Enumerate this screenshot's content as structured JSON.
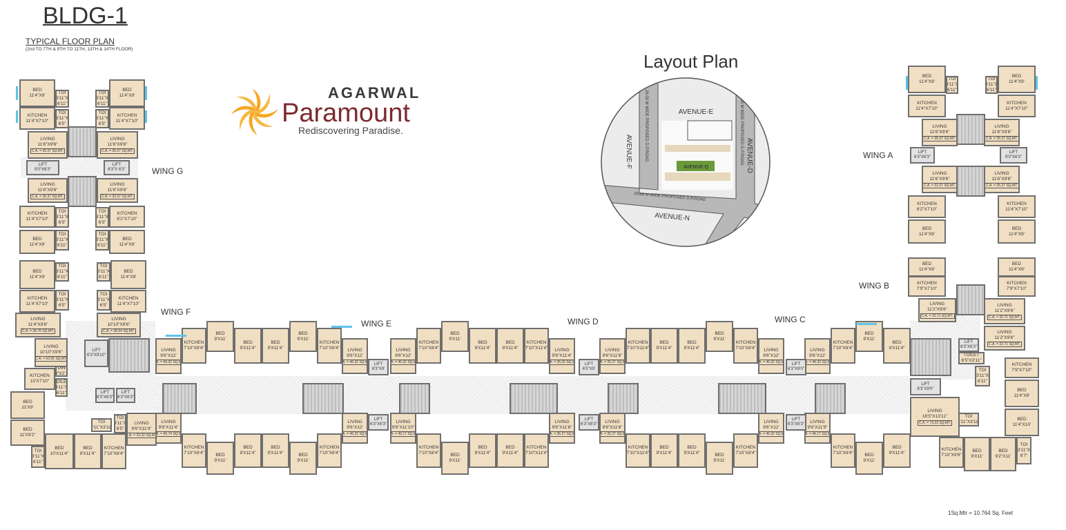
{
  "header": {
    "title": "BLDG-1",
    "subtitle": "TYPICAL  FLOOR PLAN",
    "floors": "(2nd TO 7TH & 9TH TO 11TH, 13TH & 14TH FLOOR)"
  },
  "logo": {
    "brand_top": "AGARWAL",
    "brand": "Paramount",
    "tagline": "Rediscovering Paradise.",
    "colors": {
      "sun": "#f5a623",
      "brand": "#7b2b2f"
    }
  },
  "layout_plan": {
    "title": "Layout Plan",
    "labels": {
      "avenue_e": "AVENUE-E",
      "avenue_f": "AVENUE-F",
      "avenue_d": "AVENUE-D",
      "avenue_n": "AVENUE-N",
      "avenue_q": "AVENUE-Q",
      "road_left": "24.00 M WIDE PROPOSED D.P.ROAD",
      "road_right": "24.00 M WIDE PROPOSED D.P.ROAD",
      "road_bottom": "20.00 M WIDE PROPOSED D.P.ROAD"
    }
  },
  "wings": [
    "WING G",
    "WING F",
    "WING E",
    "WING D",
    "WING C",
    "WING A",
    "WING B"
  ],
  "colors": {
    "room": "#f1dfc3",
    "wall": "#6e6e6e",
    "window": "#5cc3e8",
    "lift": "#e2e2e2",
    "garden": "#6a9a3a"
  },
  "tower_left": [
    {
      "label": "BED",
      "dim": "11'4\"X9'"
    },
    {
      "label": "TOI",
      "dim": "3'11\"X 6'11\""
    },
    {
      "label": "BED",
      "dim": "11'4\"X9'"
    },
    {
      "label": "TOI",
      "dim": "3'11\"X 6'11\""
    },
    {
      "label": "KITCHEN",
      "dim": "11'4\"X7'10\""
    },
    {
      "label": "TOI",
      "dim": "3'11\"X 6'5\""
    },
    {
      "label": "KITCHEN",
      "dim": "11'4\"X7'10\""
    },
    {
      "label": "TOI",
      "dim": "3'11\"X 6'5\""
    },
    {
      "label": "LIVING",
      "dim": "11'6\"X9'6\"",
      "ca": "C.A. = 35.37 SQ.MT."
    },
    {
      "label": "LIVING",
      "dim": "11'6\"X9'6\"",
      "ca": "C.A. = 35.37 SQ.MT."
    },
    {
      "label": "LIVING",
      "dim": "11'6\"X9'6\"",
      "ca": "C.A. = 35.37 SQ.MT."
    },
    {
      "label": "LIVING",
      "dim": "11'6\"X9'6\"",
      "ca": "C.A. = 33.37 SQ.MT."
    },
    {
      "label": "KITCHEN",
      "dim": "11'4\"X7'10\""
    },
    {
      "label": "TOI",
      "dim": "3'11\"X 6'5\""
    },
    {
      "label": "KITCHEN",
      "dim": "8'2\"X7'10\""
    },
    {
      "label": "TOI",
      "dim": "3'11\"X 6'5\""
    },
    {
      "label": "BED",
      "dim": "11'4\"X9'"
    },
    {
      "label": "TOI",
      "dim": "3'11\"X 6'11\""
    },
    {
      "label": "BED",
      "dim": "11'4\"X9'"
    },
    {
      "label": "TOI",
      "dim": "3'11\"X 6'11\""
    },
    {
      "label": "BED",
      "dim": "11'4\"X9'"
    },
    {
      "label": "TOI",
      "dim": "3'11\"X 6'11\""
    },
    {
      "label": "BED",
      "dim": "11'4\"X9'"
    },
    {
      "label": "TOI",
      "dim": "3'11\"X 6'11\""
    },
    {
      "label": "KITCHEN",
      "dim": "11'4\"X7'10\""
    },
    {
      "label": "TOI",
      "dim": "3'11\"X 6'5\""
    },
    {
      "label": "KITCHEN",
      "dim": "11'4\"X7'10\""
    },
    {
      "label": "TOI",
      "dim": "3'11\"X 6'5\""
    },
    {
      "label": "LIVING",
      "dim": "11'4\"X9'6\"",
      "ca": "C.A. = 36.76 SQ.MT."
    },
    {
      "label": "LIVING",
      "dim": "10'10\"X9'6\"",
      "ca": "C.A. = 38.94 SQ.MT."
    },
    {
      "label": "LIVING",
      "dim": "10'10\"X9'6\"",
      "ca": "C.A. = 63.65 SQ.MT."
    },
    {
      "label": "KITCHEN",
      "dim": "10'X7'10\""
    },
    {
      "label": "DIN",
      "dim": "4'3\"X2'11\""
    },
    {
      "label": "TOILET",
      "dim": "3'11\"X 6'11\""
    },
    {
      "label": "BED",
      "dim": "11'X9'"
    },
    {
      "label": "BED",
      "dim": "11'X9'2\""
    },
    {
      "label": "TOI",
      "dim": "3'11\"X 6'11\""
    },
    {
      "label": "BED",
      "dim": "10'X11'4\""
    },
    {
      "label": "BED",
      "dim": "9'X11'4\""
    },
    {
      "label": "KITCHEN",
      "dim": "7'10\"X8'4\""
    },
    {
      "label": "TOI",
      "dim": "6'11\"X3'11\""
    },
    {
      "label": "TOI",
      "dim": "3'11\"X 6'5\""
    },
    {
      "label": "LIVING",
      "dim": "9'6\"X11'4\"",
      "ca": "C.A. = 33.32 SQ.MT."
    }
  ],
  "lifts_left": [
    {
      "label": "LIFT",
      "dim": "9'0\"X6'3\""
    },
    {
      "label": "LIFT",
      "dim": "6'3\"X 6'3\""
    },
    {
      "label": "LIFT",
      "dim": "6'3\"X9'10\""
    },
    {
      "label": "LIFT",
      "dim": "6'3\"X6'3\""
    },
    {
      "label": "LIFT",
      "dim": "6'3\"X6'3\""
    }
  ],
  "band": {
    "segments": [
      {
        "top": [
          {
            "label": "LIVING",
            "dim": "9'6\"X12'",
            "ca": "C.A. = 46.32 SQ.MT."
          },
          {
            "label": "KITCHEN",
            "dim": "7'10\"X8'4\""
          },
          {
            "label": "BED",
            "dim": "9'X11'"
          },
          {
            "label": "BED",
            "dim": "9'X11'4\""
          },
          {
            "label": "BED",
            "dim": "9'X11'4\""
          },
          {
            "label": "BED",
            "dim": "9'X11'"
          },
          {
            "label": "KITCHEN",
            "dim": "7'10\"X8'4\""
          },
          {
            "label": "LIVING",
            "dim": "9'6\"X12'",
            "ca": "C.A. = 46.32 SQ.MT."
          }
        ],
        "bottom": [
          {
            "label": "LIVING",
            "dim": "9'6\"X11'4\"",
            "ca": "C.A. = 45.74 SQ.MT."
          },
          {
            "label": "KITCHEN",
            "dim": "7'10\"X8'4\""
          },
          {
            "label": "BED",
            "dim": "9'X11'"
          },
          {
            "label": "BED",
            "dim": "9'X11'4\""
          },
          {
            "label": "BED",
            "dim": "9'X11'4\""
          },
          {
            "label": "BED",
            "dim": "9'X11'"
          },
          {
            "label": "KITCHEN",
            "dim": "7'10\"X8'4\""
          },
          {
            "label": "LIVING",
            "dim": "9'6\"X12'",
            "ca": "C.A. = 46.32 SQ.MT."
          }
        ]
      },
      {
        "top": [
          {
            "label": "LIVING",
            "dim": "9'6\"X12'",
            "ca": "C.A. = 46.32 SQ.MT."
          },
          {
            "label": "KITCHEN",
            "dim": "7'10\"X8'4\""
          },
          {
            "label": "BED",
            "dim": "9'X11'"
          },
          {
            "label": "BED",
            "dim": "9'X11'4\""
          },
          {
            "label": "BED",
            "dim": "9'X11'4\""
          },
          {
            "label": "KITCHEN",
            "dim": "7'10\"X11'4\""
          },
          {
            "label": "LIVING",
            "dim": "9'6\"X11'4\"",
            "ca": "C.A. = 35.32 SQ.MT."
          }
        ],
        "bottom": [
          {
            "label": "LIVING",
            "dim": "9'6\"X11'10\"",
            "ca": "C.A. = 46.17 SQ.MT."
          },
          {
            "label": "KITCHEN",
            "dim": "7'10\"X8'4\""
          },
          {
            "label": "BED",
            "dim": "9'X11'"
          },
          {
            "label": "BED",
            "dim": "9'X11'4\""
          },
          {
            "label": "BED",
            "dim": "9'X11'4\""
          },
          {
            "label": "KITCHEN",
            "dim": "7'10\"X11'4\""
          },
          {
            "label": "LIVING",
            "dim": "9'6\"X11'6\"",
            "ca": "C.A. = 35.27 SQ.MT."
          }
        ]
      },
      {
        "top": [
          {
            "label": "LIVING",
            "dim": "9'6\"X11'6\"",
            "ca": "C.A. = 35.27 SQ.MT."
          },
          {
            "label": "KITCHEN",
            "dim": "7'10\"X11'4\""
          },
          {
            "label": "BED",
            "dim": "9'X11'4\""
          },
          {
            "label": "BED",
            "dim": "9'X11'4\""
          },
          {
            "label": "BED",
            "dim": "9'X11'"
          },
          {
            "label": "KITCHEN",
            "dim": "7'10\"X8'4\""
          },
          {
            "label": "LIVING",
            "dim": "9'6\"X12'",
            "ca": "C.A. = 46.32 SQ.MT."
          }
        ],
        "bottom": [
          {
            "label": "LIVING",
            "dim": "9'6\"X11'6\"",
            "ca": "C.A. = 35.27 SQ.MT."
          },
          {
            "label": "KITCHEN",
            "dim": "7'10\"X11'4\""
          },
          {
            "label": "BED",
            "dim": "9'X11'4\""
          },
          {
            "label": "BED",
            "dim": "9'X11'4\""
          },
          {
            "label": "BED",
            "dim": "9'X11'"
          },
          {
            "label": "KITCHEN",
            "dim": "7'10\"X8'4\""
          },
          {
            "label": "LIVING",
            "dim": "9'6\"X12'",
            "ca": "C.A. = 46.32 SQ.MT."
          }
        ]
      },
      {
        "top": [
          {
            "label": "LIVING",
            "dim": "9'6\"X12'",
            "ca": "C.A. = 46.32 SQ.MT."
          },
          {
            "label": "KITCHEN",
            "dim": "7'10\"X8'4\""
          },
          {
            "label": "BED",
            "dim": "9'X11'"
          },
          {
            "label": "BED",
            "dim": "9'X11'4\""
          }
        ],
        "bottom": [
          {
            "label": "LIVING",
            "dim": "9'6\"X11'9\"",
            "ca": "C.A. = 46.17 SQ.MT."
          },
          {
            "label": "KITCHEN",
            "dim": "7'10\"X8'4\""
          },
          {
            "label": "BED",
            "dim": "9'X11'"
          },
          {
            "label": "BED",
            "dim": "9'X11'4\""
          }
        ]
      }
    ],
    "lifts": [
      {
        "label": "LIFT",
        "dim": "6'3\"X9'"
      },
      {
        "label": "LIFT",
        "dim": "6'3\"X6'3\""
      },
      {
        "label": "LIFT",
        "dim": "6'3\"X9'"
      },
      {
        "label": "LIFT",
        "dim": "6'3\"X6'3\""
      },
      {
        "label": "LIFT",
        "dim": "6'3\"X9'0\""
      },
      {
        "label": "LIFT",
        "dim": "6'3\"X6'3\""
      }
    ]
  },
  "tower_right": [
    {
      "label": "BED",
      "dim": "11'4\"X9'"
    },
    {
      "label": "TOI",
      "dim": "3'11\"X 6'11\""
    },
    {
      "label": "BED",
      "dim": "11'4\"X9'"
    },
    {
      "label": "TOI",
      "dim": "3'11\"X 6'11\""
    },
    {
      "label": "KITCHEN",
      "dim": "11'4\"X7'10\""
    },
    {
      "label": "KITCHEN",
      "dim": "11'4\"X7'10\""
    },
    {
      "label": "LIVING",
      "dim": "11'6\"X9'6\"",
      "ca": "C.A. = 35.37 SQ.MT."
    },
    {
      "label": "LIVING",
      "dim": "11'6\"X9'6\"",
      "ca": "C.A. = 35.37 SQ.MT."
    },
    {
      "label": "LIVING",
      "dim": "11'6\"X9'6\"",
      "ca": "C.A. = 33.37 SQ.MT."
    },
    {
      "label": "LIVING",
      "dim": "11'6\"X9'6\"",
      "ca": "C.A. = 35.37 SQ.MT."
    },
    {
      "label": "KITCHEN",
      "dim": "8'2\"X7'10\""
    },
    {
      "label": "KITCHEN",
      "dim": "11'4\"X7'10\""
    },
    {
      "label": "BED",
      "dim": "11'4\"X9'"
    },
    {
      "label": "BED",
      "dim": "11'4\"X9'"
    },
    {
      "label": "BED",
      "dim": "11'4\"X9'"
    },
    {
      "label": "BED",
      "dim": "11'4\"X9'"
    },
    {
      "label": "KITCHEN",
      "dim": "7'9\"X7'10\""
    },
    {
      "label": "KITCHEN",
      "dim": "7'9\"X7'10\""
    },
    {
      "label": "LIVING",
      "dim": "11'2\"X9'6\"",
      "ca": "C.A. = 32.71 SQ.MT."
    },
    {
      "label": "LIVING",
      "dim": "11'2\"X9'6\"",
      "ca": "C.A. = 32.71 SQ.MT."
    },
    {
      "label": "LIVING",
      "dim": "11'2\"X9'6\"",
      "ca": "C.A. = 32.71 SQ.MT."
    },
    {
      "label": "TOILET",
      "dim": "6'5\"X3'11\""
    },
    {
      "label": "KITCHEN",
      "dim": "7'9\"X7'10\""
    },
    {
      "label": "TOI",
      "dim": "3'11\"X 6'11\""
    },
    {
      "label": "BED",
      "dim": "11'4\"X9'"
    },
    {
      "label": "BED",
      "dim": "11'4\"X10'"
    },
    {
      "label": "LIVING",
      "dim": "16'5\"X13'11\"",
      "ca": "C.A. = 73.23 SQ.MT."
    },
    {
      "label": "TOI",
      "dim": "6'11\"X3'11\""
    },
    {
      "label": "KITCHEN",
      "dim": "7'10\"X9'6\""
    },
    {
      "label": "BED",
      "dim": "9'X11'"
    },
    {
      "label": "BED",
      "dim": "9'2\"X11'"
    },
    {
      "label": "TOI",
      "dim": "3'11\"X 6'7\""
    }
  ],
  "lifts_right": [
    {
      "label": "LIFT",
      "dim": "6'3\"X6'3\""
    },
    {
      "label": "LIFT",
      "dim": "9'0\"X6'3\""
    },
    {
      "label": "LIFT",
      "dim": "6'3\"X6'3\""
    },
    {
      "label": "LIFT",
      "dim": "6'3\"X9'0\""
    }
  ],
  "footer": {
    "scale_note": "1Sq.Mtr = 10.764 Sq. Feet"
  }
}
